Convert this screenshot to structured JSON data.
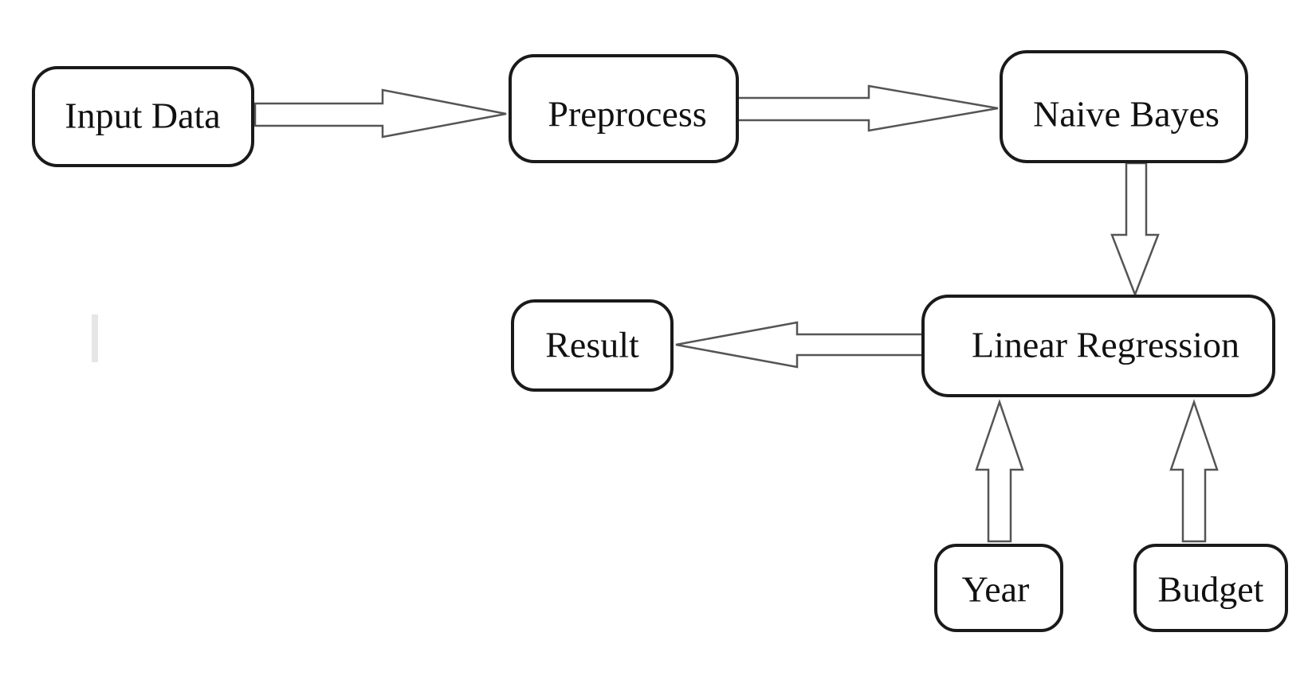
{
  "nodes": {
    "input_data": "Input Data",
    "preprocess": "Preprocess",
    "naive_bayes": "Naive Bayes",
    "linear_regression": "Linear Regression",
    "result": "Result",
    "year": "Year",
    "budget": "Budget"
  },
  "colors": {
    "box_stroke": "#1a1a1a",
    "arrow_stroke": "#555555",
    "background": "#ffffff"
  }
}
